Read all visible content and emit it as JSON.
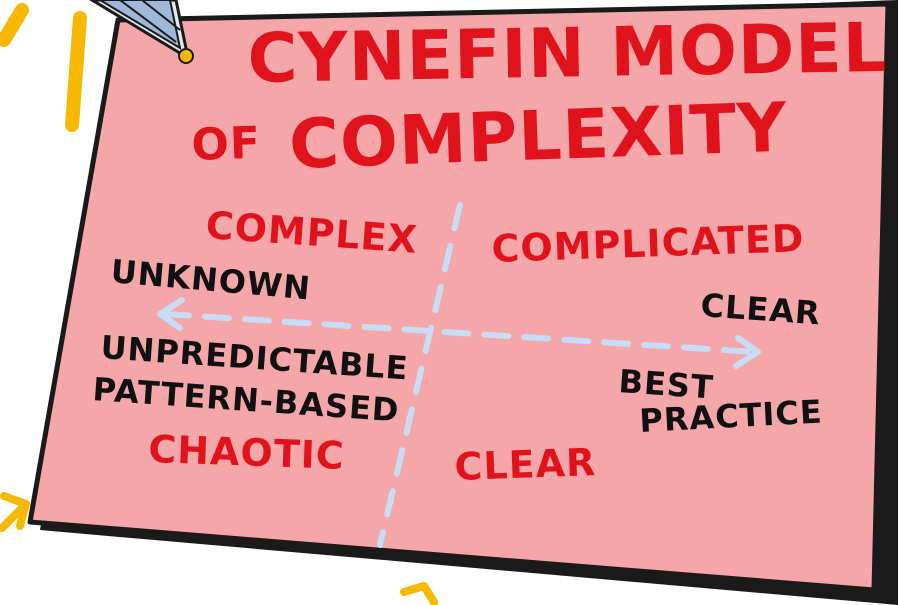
{
  "title": {
    "line1": "CYNEFIN MODEL",
    "line2_prefix": "OF",
    "line2_main": "COMPLEXITY"
  },
  "quadrants": {
    "top_left": "COMPLEX",
    "top_right": "COMPLICATED",
    "bottom_left": "CHAOTIC",
    "bottom_right": "CLEAR"
  },
  "annotations": {
    "unknown": "UNKNOWN",
    "clear": "CLEAR",
    "unpredictable": "UNPREDICTABLE",
    "pattern_based": "PATTERN-BASED",
    "best": "BEST",
    "practice": "PRACTICE"
  },
  "colors": {
    "card": "#f4a6a8",
    "card_border": "#1a1a1a",
    "red_text": "#e0131d",
    "black_text": "#111111",
    "axis": "#c9dcf5",
    "accent_yellow": "#f6b800"
  }
}
